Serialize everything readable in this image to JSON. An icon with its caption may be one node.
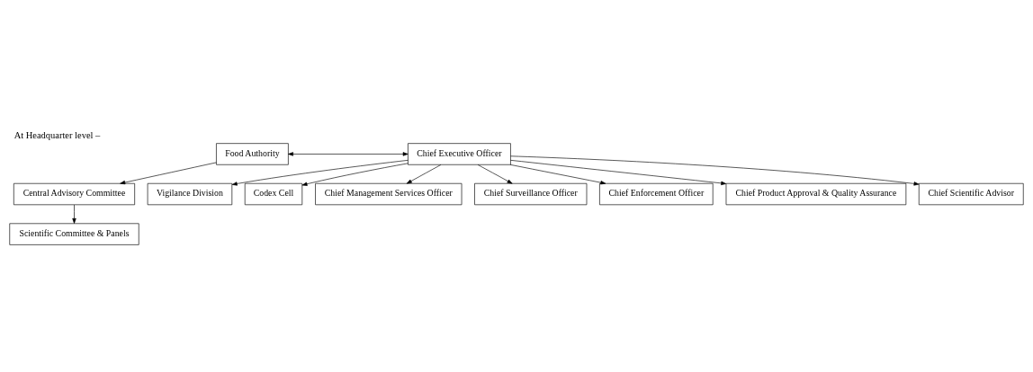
{
  "diagram": {
    "title": "At Headquarter level –",
    "nodes": [
      {
        "text": [
          "Food Authority"
        ]
      },
      {
        "text": [
          "Central Advisory Committee"
        ]
      },
      {
        "text": [
          "Scientific Committee & Panels"
        ]
      },
      {
        "text": [
          "Chief Executive Officer"
        ]
      },
      {
        "text": [
          "Vigilance Division"
        ]
      },
      {
        "text": [
          "Codex Cell"
        ]
      },
      {
        "text": [
          "Chief Management Services Officer"
        ]
      },
      {
        "text": [
          "Chief Surveillance Officer"
        ]
      },
      {
        "text": [
          "Chief Enforcement Officer"
        ]
      },
      {
        "text": [
          "Chief Product Approval & Quality Assurance"
        ]
      },
      {
        "text": [
          "Chief Scientific Advisor"
        ]
      }
    ],
    "edges": [
      {
        "from": 0,
        "to": 1,
        "arrow": "to"
      },
      {
        "from": 1,
        "to": 2,
        "arrow": "to"
      },
      {
        "from": 0,
        "to": 3,
        "arrow": "both"
      },
      {
        "from": 3,
        "to": 4,
        "arrow": "to"
      },
      {
        "from": 3,
        "to": 5,
        "arrow": "to"
      },
      {
        "from": 3,
        "to": 6,
        "arrow": "to"
      },
      {
        "from": 3,
        "to": 7,
        "arrow": "to"
      },
      {
        "from": 3,
        "to": 8,
        "arrow": "to"
      },
      {
        "from": 3,
        "to": 9,
        "arrow": "to"
      },
      {
        "from": 3,
        "to": 10,
        "arrow": "to"
      }
    ]
  }
}
